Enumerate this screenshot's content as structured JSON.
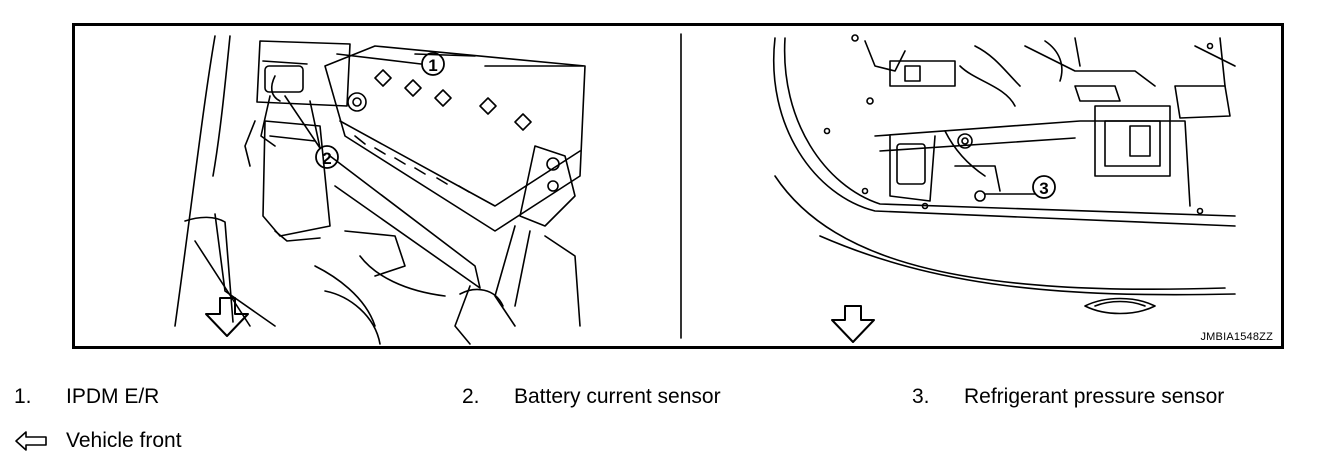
{
  "figure": {
    "code": "JMBIA1548ZZ",
    "callouts": [
      "1",
      "2",
      "3"
    ]
  },
  "legend": {
    "items": [
      {
        "number": "1.",
        "label": "IPDM E/R"
      },
      {
        "number": "2.",
        "label": "Battery current sensor"
      },
      {
        "number": "3.",
        "label": "Refrigerant pressure sensor"
      }
    ],
    "arrow_label": "Vehicle front",
    "arrow_icon": "outline-arrow-left-icon"
  }
}
